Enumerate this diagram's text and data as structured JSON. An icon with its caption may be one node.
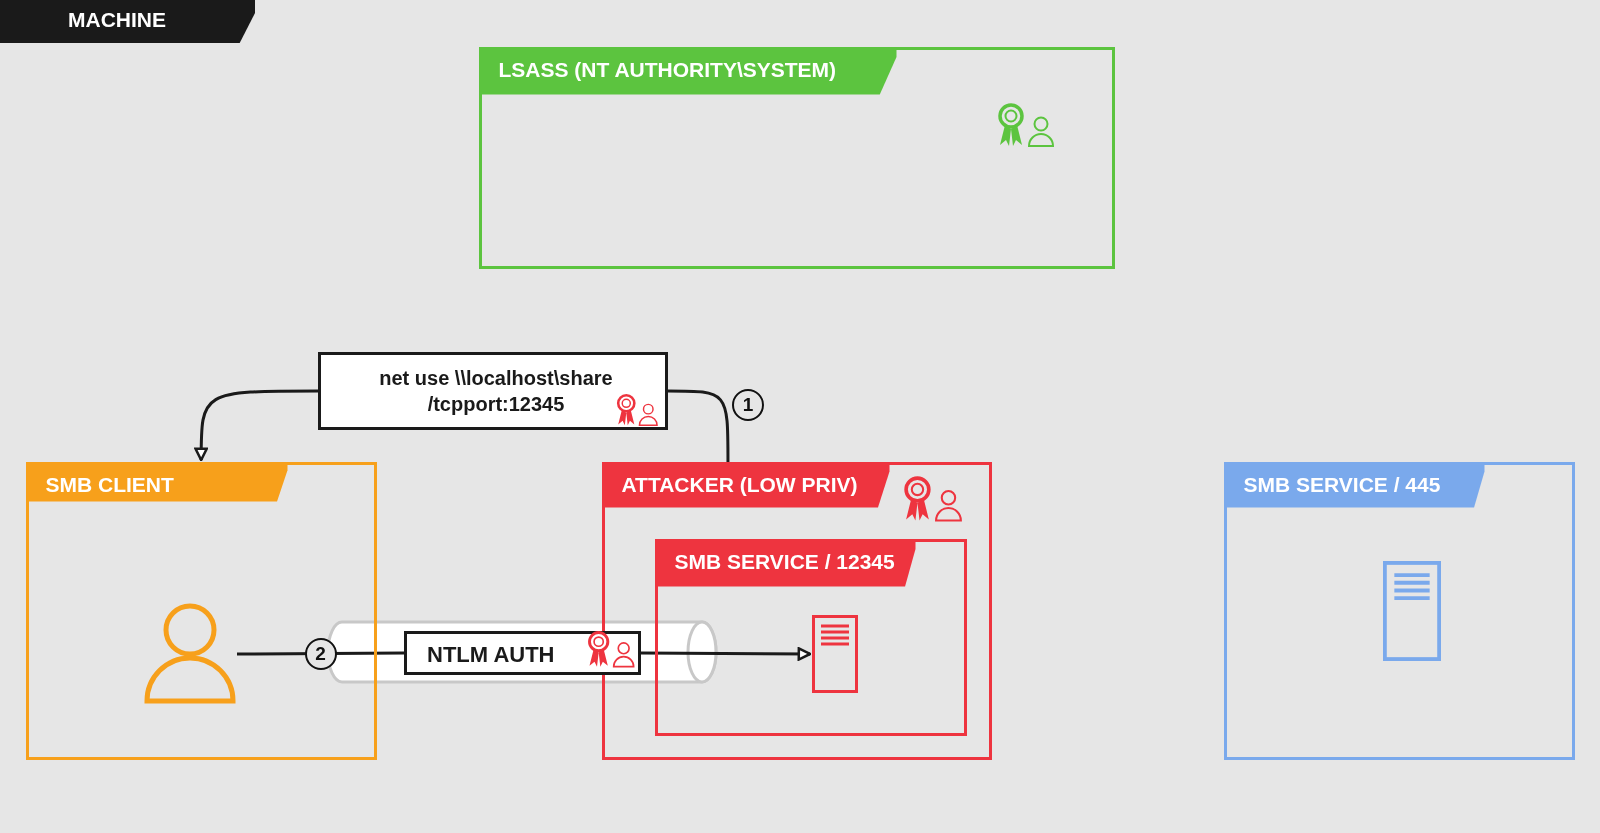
{
  "diagram": {
    "nodes": [
      {
        "text": [
          "MACHINE"
        ]
      },
      {
        "text": [
          "LSASS (NT AUTHORITY\\SYSTEM)"
        ]
      },
      {
        "text": [
          "net use \\\\localhost\\share /tcpport:12345"
        ]
      },
      {
        "text": [
          "SMB CLIENT"
        ]
      },
      {
        "text": [],
        "shape": "person",
        "in": 3
      },
      {
        "text": [
          "ATTACKER (LOW PRIV)"
        ]
      },
      {
        "text": [
          "SMB SERVICE / 12345"
        ],
        "in": 5
      },
      {
        "text": [],
        "shape": "server",
        "in": 6
      },
      {
        "text": [
          "NTLM AUTH"
        ]
      },
      {
        "text": [
          "SMB SERVICE / 445"
        ]
      }
    ],
    "edges": [
      {
        "from": 5,
        "to": 2,
        "arrow": "none",
        "label": "1"
      },
      {
        "from": 2,
        "to": 3,
        "arrow": "to"
      },
      {
        "from": 4,
        "to": 8,
        "arrow": "none",
        "label": "2"
      },
      {
        "from": 8,
        "to": 7,
        "arrow": "to"
      }
    ]
  }
}
